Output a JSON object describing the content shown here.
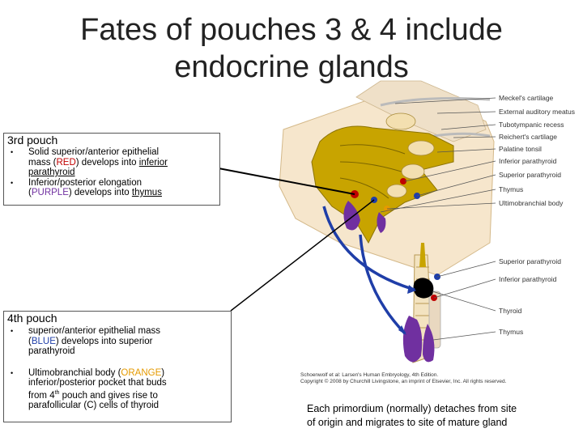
{
  "title": {
    "line1": "Fates of pouches 3 & 4 include",
    "line2": "endocrine glands"
  },
  "pouch3": {
    "heading": "3rd pouch",
    "item1": {
      "a": "Solid superior/anterior epithelial",
      "b": "mass (",
      "c": "RED",
      "d": ") develops into ",
      "e": "inferior",
      "f": "parathyroid"
    },
    "item2": {
      "a": "Inferior/posterior elongation",
      "b": "(",
      "c": "PURPLE",
      "d": ") develops into ",
      "e": "thymus"
    }
  },
  "pouch4": {
    "heading": "4th pouch",
    "item1": {
      "a": "superior/anterior epithelial mass",
      "b": "(",
      "c": "BLUE",
      "d": ") develops into superior",
      "e": "parathyroid"
    },
    "item2": {
      "a": "Ultimobranchial body  (",
      "b": "ORANGE",
      "c": ")",
      "d": "inferior/posterior pocket that buds",
      "e": "from 4",
      "sup": "th",
      "f": " pouch and gives rise to",
      "g": "parafollicular (C)  cells of thyroid"
    }
  },
  "figure_labels": [
    "Meckel's cartilage",
    "External auditory meatus",
    "Tubotympanic recess",
    "Reichert's cartilage",
    "Palatine tonsil",
    "Inferior parathyroid",
    "Superior parathyroid",
    "Thymus",
    "Ultimobranchial body",
    "Superior parathyroid",
    "Inferior parathyroid",
    "Thyroid",
    "Thymus"
  ],
  "credit": {
    "line1": "Schoenwolf et al: Larsen's Human Embryology, 4th Edition.",
    "line2": "Copyright © 2008 by Churchill Livingstone, an imprint of Elsevier, Inc. All rights reserved."
  },
  "note": {
    "line1": "Each primordium (normally) detaches from site",
    "line2": "of origin and migrates to site of mature gland"
  },
  "colors": {
    "red": "#c00000",
    "purple": "#7030a0",
    "blue": "#1f3ea8",
    "orange": "#e59a00",
    "yellow_tissue": "#c8a400",
    "pouch_fill": "#f3dfb0"
  }
}
